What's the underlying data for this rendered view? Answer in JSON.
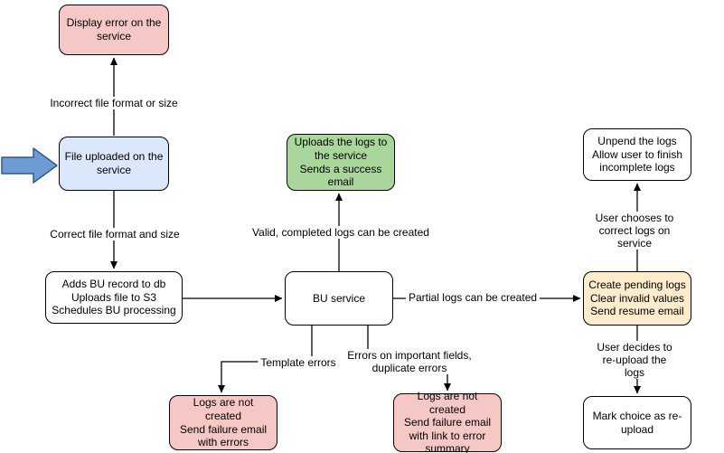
{
  "diagram": {
    "nodes": {
      "display_error": {
        "text": "Display error on the\nservice"
      },
      "file_uploaded": {
        "text": "File uploaded on the\nservice"
      },
      "adds_bu_record": {
        "text": "Adds BU record to db\nUploads file to S3\nSchedules BU processing"
      },
      "bu_service": {
        "text": "BU service"
      },
      "uploads_logs": {
        "text": "Uploads the logs to\nthe service\nSends a success\nemail"
      },
      "unpend_logs": {
        "text": "Unpend the logs\nAllow user to finish\nincomplete logs"
      },
      "create_pending": {
        "text": "Create pending logs\nClear invalid values\nSend resume email"
      },
      "mark_choice": {
        "text": "Mark choice as re-\nupload"
      },
      "logs_not_created_errors": {
        "text": "Logs are not created\nSend failure email\nwith errors"
      },
      "logs_not_created_summary": {
        "text": "Logs are not created\nSend failure email\nwith link to error\nsummary"
      }
    },
    "edge_labels": {
      "incorrect_format": "Incorrect file format or size",
      "correct_format": "Correct file format and size",
      "valid_completed": "Valid, completed logs can be created",
      "partial_logs": "Partial logs can be created",
      "user_chooses": "User chooses to correct logs on service",
      "user_decides": "User decides to re-upload the logs",
      "template_errors": "Template errors",
      "important_fields": "Errors on important fields,\nduplicate errors"
    },
    "colors": {
      "node_pink": "#f5c8c5",
      "node_blue": "#dbe8fb",
      "node_green": "#a9d69b",
      "node_yellow": "#ffeccc",
      "node_white": "#ffffff",
      "entry_arrow_fill": "#6e9bd3",
      "entry_arrow_stroke": "#31598c",
      "line": "#000000"
    }
  }
}
